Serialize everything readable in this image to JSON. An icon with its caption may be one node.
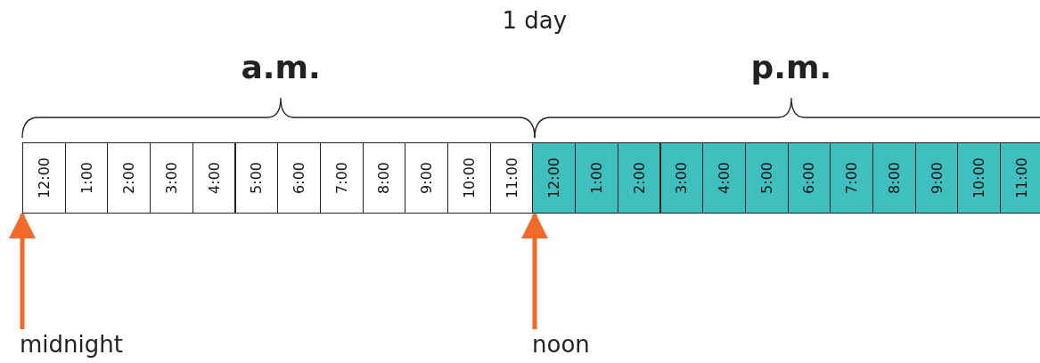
{
  "diagram": {
    "nodes": [
      {
        "text": [
          "12:00"
        ]
      },
      {
        "text": [
          "1:00"
        ]
      },
      {
        "text": [
          "2:00"
        ]
      },
      {
        "text": [
          "3:00"
        ]
      },
      {
        "text": [
          "4:00"
        ]
      },
      {
        "text": [
          "5:00"
        ]
      },
      {
        "text": [
          "6:00"
        ]
      },
      {
        "text": [
          "7:00"
        ]
      },
      {
        "text": [
          "8:00"
        ]
      },
      {
        "text": [
          "9:00"
        ]
      },
      {
        "text": [
          "10:00"
        ]
      },
      {
        "text": [
          "11:00"
        ]
      },
      {
        "text": [
          "12:00"
        ]
      },
      {
        "text": [
          "1:00"
        ]
      },
      {
        "text": [
          "2:00"
        ]
      },
      {
        "text": [
          "3:00"
        ]
      },
      {
        "text": [
          "4:00"
        ]
      },
      {
        "text": [
          "5:00"
        ]
      },
      {
        "text": [
          "6:00"
        ]
      },
      {
        "text": [
          "7:00"
        ]
      },
      {
        "text": [
          "8:00"
        ]
      },
      {
        "text": [
          "9:00"
        ]
      },
      {
        "text": [
          "10:00"
        ]
      },
      {
        "text": [
          "11:00"
        ]
      },
      {
        "text": [
          "midnight"
        ]
      },
      {
        "text": [
          "noon"
        ]
      }
    ],
    "edges": [
      {
        "from": 24,
        "to": 0,
        "arrow": "to",
        "color": "#f26a2b"
      },
      {
        "from": 25,
        "to": 12,
        "arrow": "to",
        "color": "#f26a2b"
      }
    ],
    "labels": [
      "1 day",
      "a.m.",
      "p.m."
    ]
  }
}
